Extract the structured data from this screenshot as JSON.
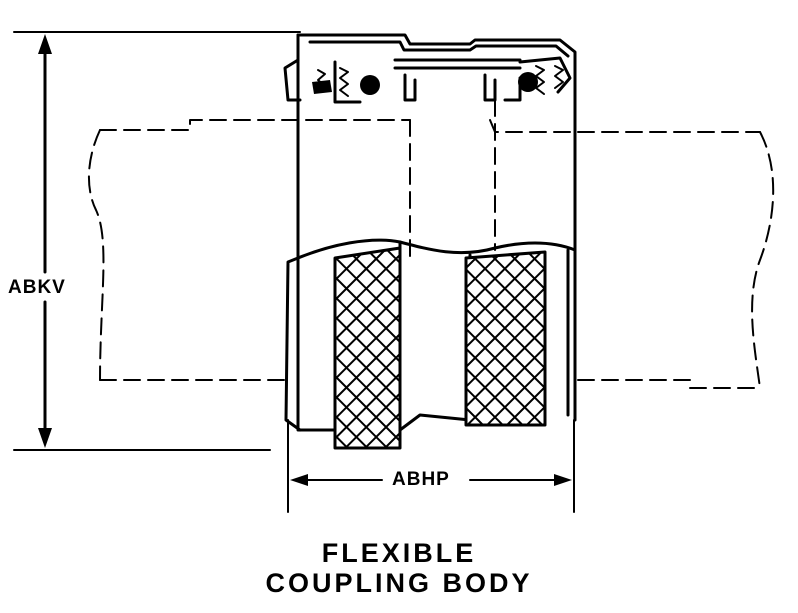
{
  "diagram": {
    "dimension_height_label": "ABKV",
    "dimension_width_label": "ABHP",
    "caption_line1": "FLEXIBLE",
    "caption_line2": "COUPLING BODY",
    "colors": {
      "ink": "#000000",
      "paper": "#ffffff"
    }
  }
}
